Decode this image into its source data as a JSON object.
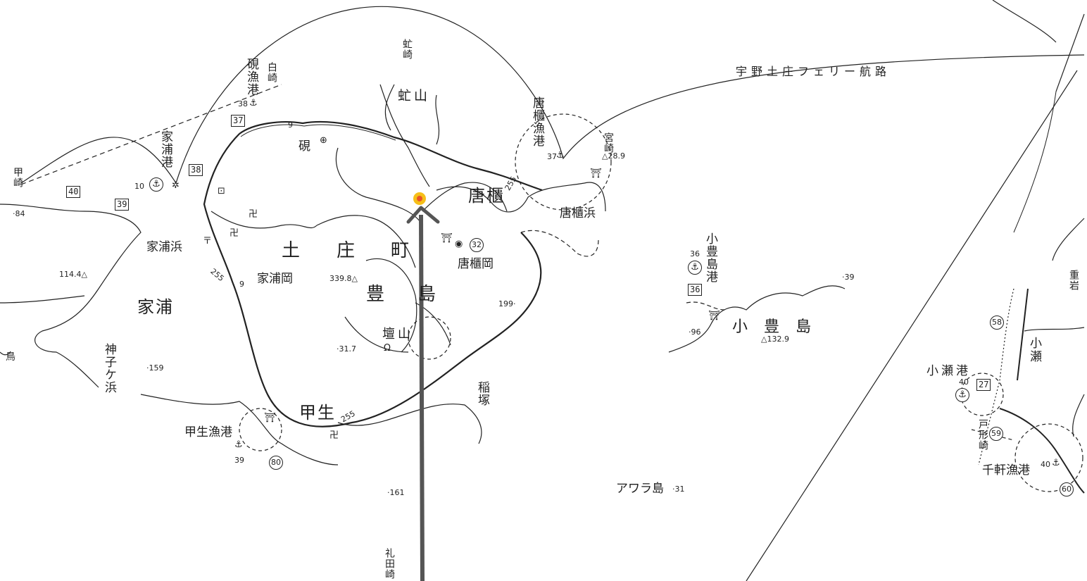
{
  "route": {
    "ferry_label": "宇野土庄フェリー航路"
  },
  "islands": {
    "teshima": {
      "town": [
        "土",
        "庄",
        "町"
      ],
      "island": [
        "豊",
        "島"
      ]
    },
    "shoteshima": "小 豊 島",
    "awara": "アワラ島"
  },
  "districts": {
    "ieura": "家浦",
    "karato": "唐櫃",
    "kou": "甲生",
    "kose": "小瀬"
  },
  "places": {
    "kakigaoka": "家浦岡",
    "ieurahama": "家浦浜",
    "karatooka": "唐櫃岡",
    "karatohama": "唐櫃浜",
    "suzuri": "硯",
    "mizuyama": "虻山",
    "mizusaki": "虻崎",
    "dansan": "壇山",
    "inazuka": "稲塚",
    "kamikogahama": "神子ケ浜",
    "shirosaki": "白崎",
    "kabutosaki": "甲崎",
    "fudasaki": "礼田崎",
    "tokatasaki": "戸形崎",
    "miyasaki": "宮崎",
    "edge_island": "鳥",
    "edge_right": "重岩"
  },
  "ports": {
    "suzuri": "硯漁港",
    "ieura": "家浦港",
    "karato": "唐櫃漁港",
    "kou": "甲生漁港",
    "shoteshima": "小豊島港",
    "kose": "小瀬港",
    "sengen": "千軒漁港"
  },
  "route_numbers": [
    "37",
    "38",
    "39",
    "40",
    "36",
    "27"
  ],
  "circled_numbers": [
    "32",
    "80",
    "58",
    "59",
    "60"
  ],
  "anchor_numbers": [
    "38",
    "10",
    "37",
    "39",
    "36",
    "40",
    "40"
  ],
  "road_label": "255",
  "road_label_small": "9",
  "elevations": {
    "e84": "·84",
    "e114": "114.4△",
    "e339": "339.8△",
    "e317": "·31.7",
    "e199": "199·",
    "e159": "·159",
    "e161": "·161",
    "e96": "·96",
    "e1329": "△132.9",
    "e39": "·39",
    "e31": "·31",
    "e289": "△28.9"
  },
  "icons": [
    "anchor-icon",
    "shrine-icon",
    "temple-icon",
    "school-icon",
    "post-office-icon",
    "lighthouse-icon",
    "arrow-pointer-icon"
  ],
  "colors": {
    "ink": "#1f1f1f",
    "arrow": "#555555",
    "highlight": "#f5b800",
    "highlight_core": "#e8542a"
  }
}
